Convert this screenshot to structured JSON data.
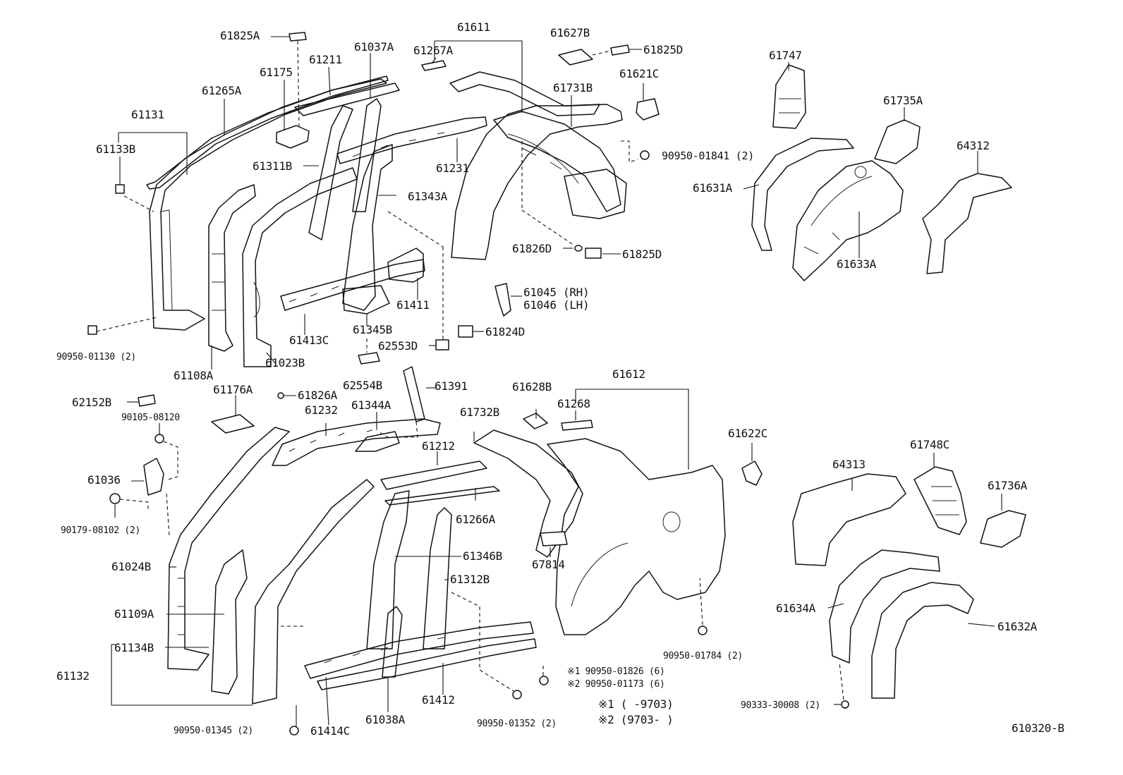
{
  "labels": {
    "p61825A": "61825A",
    "p61211": "61211",
    "p61037A": "61037A",
    "p61611": "61611",
    "p61267A": "61267A",
    "p61627B": "61627B",
    "p61825D_top": "61825D",
    "p61175": "61175",
    "p61265A": "61265A",
    "p61731B": "61731B",
    "p61621C": "61621C",
    "p61747": "61747",
    "p61735A": "61735A",
    "p61131": "61131",
    "p61133B": "61133B",
    "p61231": "61231",
    "p61311B": "61311B",
    "p90950_01841": "90950-01841 (2)",
    "p64312": "64312",
    "p61631A": "61631A",
    "p61343A": "61343A",
    "p61826D": "61826D",
    "p61825D_mid": "61825D",
    "p61633A": "61633A",
    "p61045": "61045 (RH)",
    "p61046": "61046 (LH)",
    "p61411": "61411",
    "p61345B": "61345B",
    "p61413C": "61413C",
    "p61824D": "61824D",
    "p62553D": "62553D",
    "p90950_01130": "90950-01130 (2)",
    "p61108A": "61108A",
    "p61023B": "61023B",
    "p62554B": "62554B",
    "p61391": "61391",
    "p61628B": "61628B",
    "p61612": "61612",
    "p61176A": "61176A",
    "p61826A": "61826A",
    "p62152B": "62152B",
    "p61268": "61268",
    "p90105_08120": "90105-08120",
    "p61232": "61232",
    "p61344A": "61344A",
    "p61732B": "61732B",
    "p61622C": "61622C",
    "p61748C": "61748C",
    "p64313": "64313",
    "p61212": "61212",
    "p61036": "61036",
    "p61736A": "61736A",
    "p61266A": "61266A",
    "p90179_08102": "90179-08102 (2)",
    "p61346B": "61346B",
    "p67814": "67814",
    "p61024B": "61024B",
    "p61312B": "61312B",
    "p61109A": "61109A",
    "p61634A": "61634A",
    "p61632A": "61632A",
    "p61134B": "61134B",
    "p90950_01784": "90950-01784 (2)",
    "p61132": "61132",
    "p90950_01826": "※1 90950-01826 (6)",
    "p90950_01173": "※2 90950-01173 (6)",
    "p61412": "61412",
    "note1": "※1 (       -9703)",
    "note2": "※2 (9703-       )",
    "p90333_30008": "90333-30008 (2)",
    "p90950_01345": "90950-01345 (2)",
    "p61414C": "61414C",
    "p61038A": "61038A",
    "p90950_01352": "90950-01352 (2)",
    "diagram_id": "610320-B"
  }
}
